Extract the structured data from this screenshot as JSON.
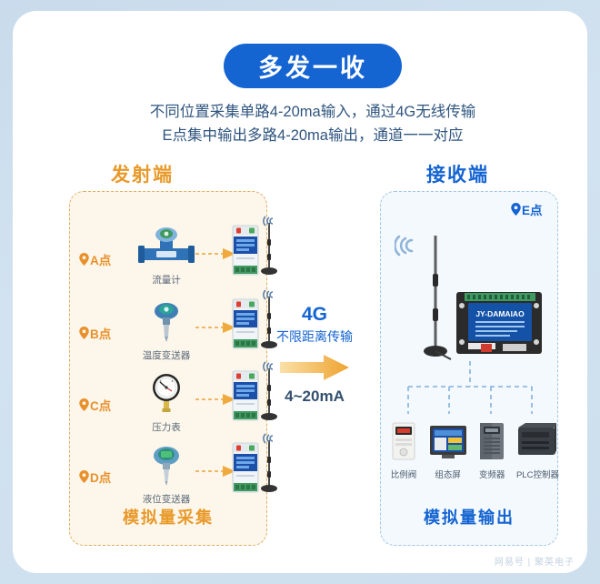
{
  "title": "多发一收",
  "subtitle_line1": "不同位置采集单路4-20ma输入，通过4G无线传输",
  "subtitle_line2": "E点集中输出多路4-20ma输出，通道一一对应",
  "colors": {
    "brand_blue": "#1464d2",
    "accent_orange": "#e89a2b",
    "panel_cream": "#fdf6ea",
    "panel_blue": "#f4f9fe",
    "page_bg": "#ccdced"
  },
  "transmitter": {
    "header": "发射端",
    "footer": "模拟量采集",
    "nodes": [
      {
        "point": "A点",
        "device": "流量计"
      },
      {
        "point": "B点",
        "device": "温度变送器"
      },
      {
        "point": "C点",
        "device": "压力表"
      },
      {
        "point": "D点",
        "device": "液位变送器"
      }
    ]
  },
  "center": {
    "tech": "4G",
    "tech_sub": "不限距离传输",
    "signal": "4~20mA"
  },
  "receiver": {
    "header": "接收端",
    "footer": "模拟量输出",
    "point": "E点",
    "module_brand": "JY-DAMAIAO",
    "outputs": [
      {
        "label": "比例阀"
      },
      {
        "label": "组态屏"
      },
      {
        "label": "变频器"
      },
      {
        "label": "PLC控制器"
      }
    ]
  },
  "watermark": "网易号 | 聚英电子"
}
